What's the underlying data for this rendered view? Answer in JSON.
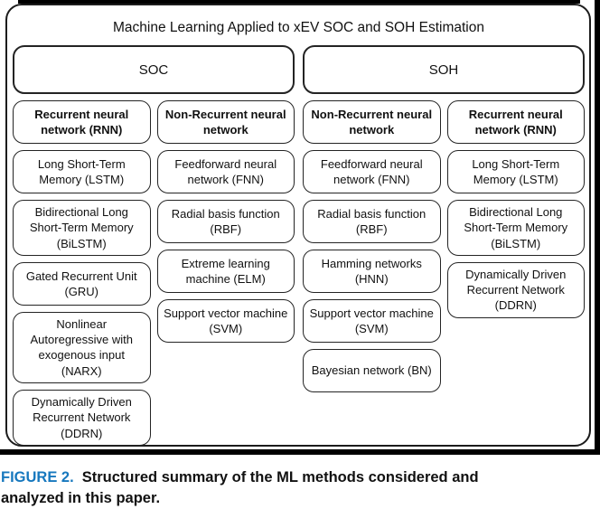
{
  "title": "Machine Learning Applied to xEV SOC and SOH Estimation",
  "groups": [
    {
      "label": "SOC",
      "columns": [
        {
          "header": "Recurrent neural network (RNN)",
          "type": "recurrent",
          "methods": [
            "Long Short-Term Memory (LSTM)",
            "Bidirectional Long Short-Term Memory (BiLSTM)",
            "Gated Recurrent Unit (GRU)",
            "Nonlinear Autoregressive with exogenous input (NARX)",
            "Dynamically Driven Recurrent Network (DDRN)"
          ]
        },
        {
          "header": "Non-Recurrent neural network",
          "type": "nonrecurrent",
          "methods": [
            "Feedforward neural network (FNN)",
            "Radial basis function (RBF)",
            "Extreme learning machine (ELM)",
            "Support vector machine (SVM)"
          ]
        }
      ]
    },
    {
      "label": "SOH",
      "columns": [
        {
          "header": "Non-Recurrent neural network",
          "type": "nonrecurrent",
          "methods": [
            "Feedforward neural network (FNN)",
            "Radial basis function (RBF)",
            "Hamming networks (HNN)",
            "Support vector machine (SVM)",
            "Bayesian network (BN)"
          ]
        },
        {
          "header": "Recurrent neural network (RNN)",
          "type": "recurrent",
          "methods": [
            "Long Short-Term Memory (LSTM)",
            "Bidirectional Long Short-Term Memory (BiLSTM)",
            "Dynamically Driven Recurrent Network (DDRN)"
          ]
        }
      ]
    }
  ],
  "caption": {
    "label": "FIGURE 2.",
    "line1": "Structured summary of the ML methods considered and",
    "line2": "analyzed in this paper."
  },
  "colors": {
    "caption_label_blue": "#1778be",
    "box_border": "#242424",
    "outer_border": "#1c1c1c",
    "edge_bar_black": "#000000",
    "text": "#111111"
  }
}
